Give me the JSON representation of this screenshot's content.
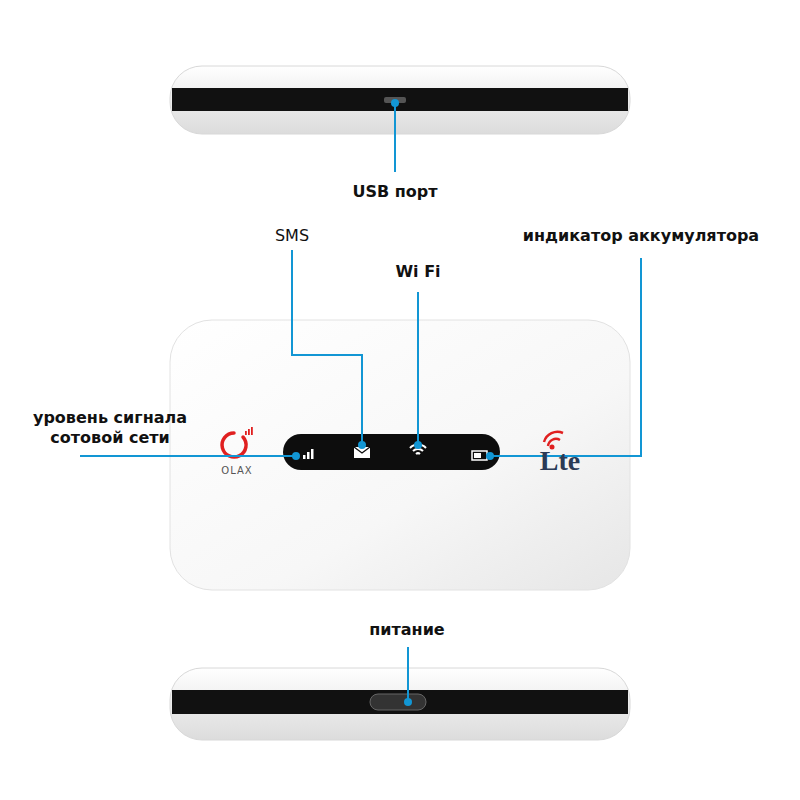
{
  "diagram": {
    "labels": [
      "USB порт",
      "SMS",
      "индикатор аккумулятора",
      "Wi Fi",
      "уровень сигнала сотовой сети",
      "OLAX",
      "Lte",
      "питание"
    ]
  }
}
